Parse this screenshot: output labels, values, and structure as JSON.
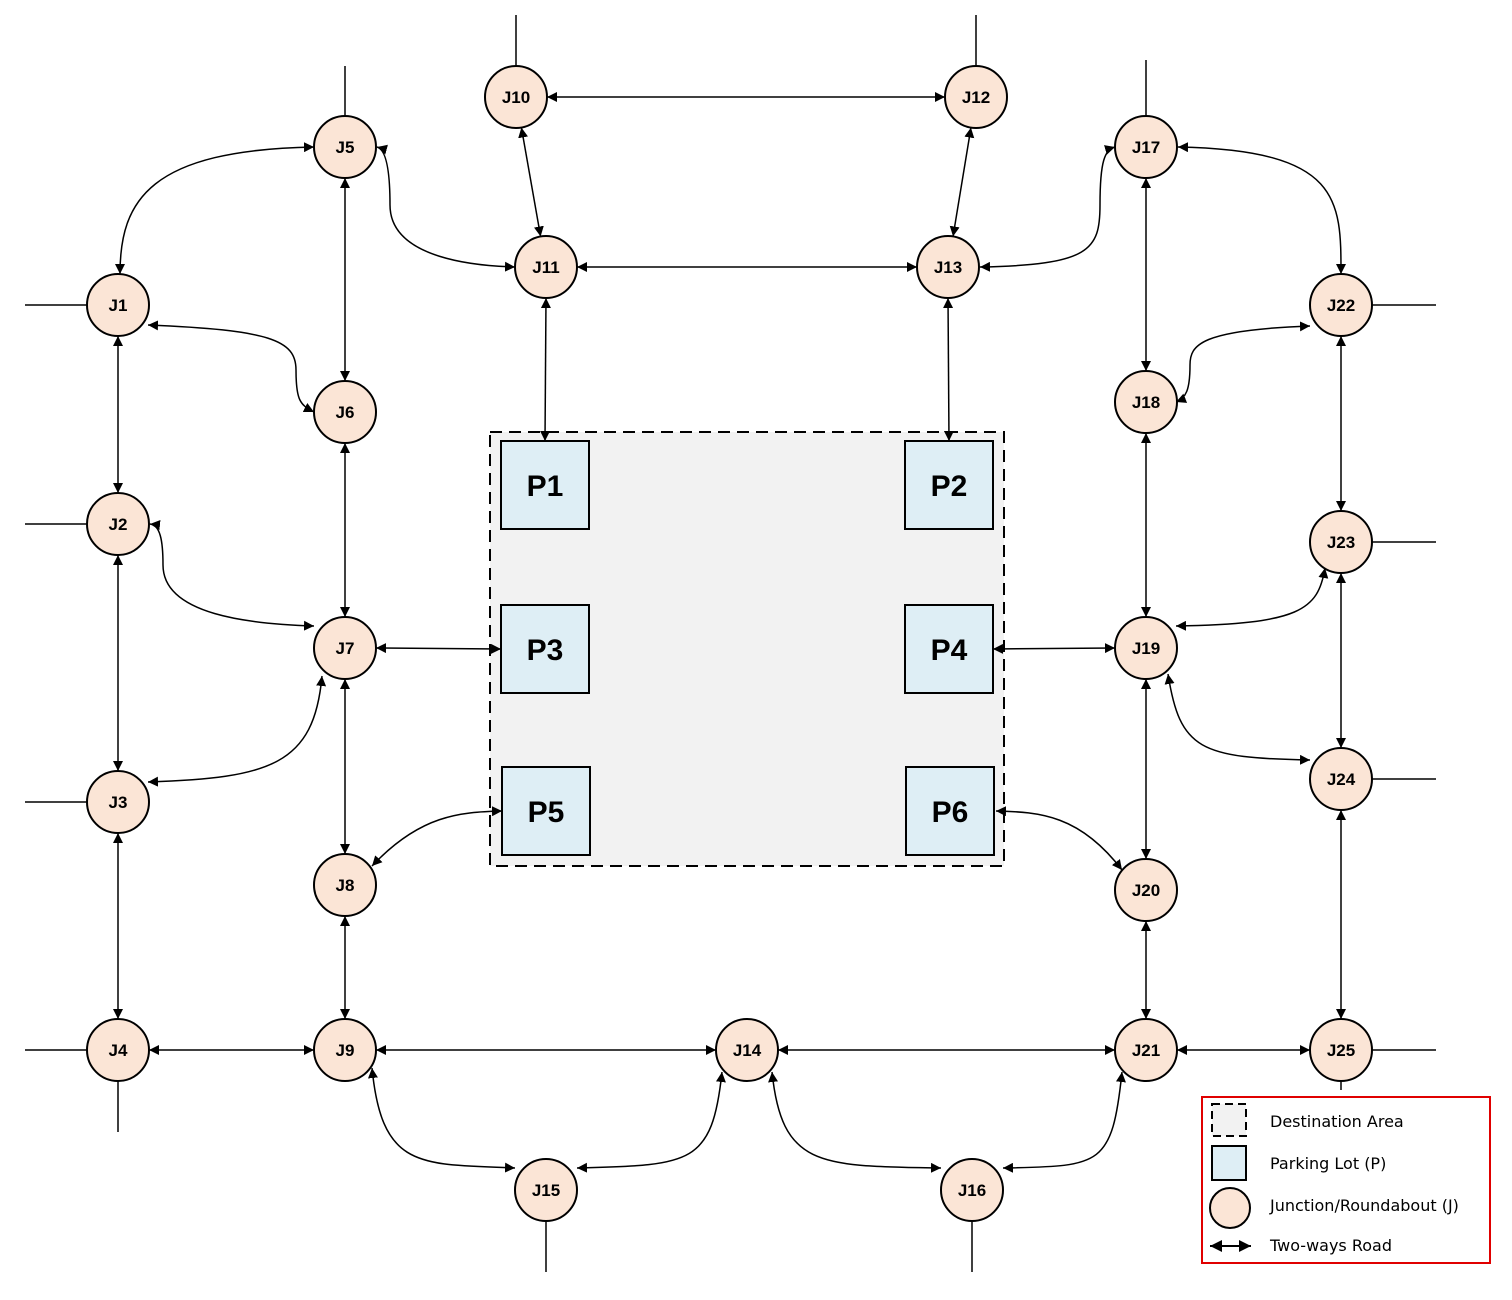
{
  "colors": {
    "junction_fill": "#fbe5d6",
    "parking_fill": "#deeef5",
    "destination_fill": "#f2f2f2",
    "line": "#000000",
    "legend_border": "#e00000"
  },
  "junctions": [
    "J1",
    "J2",
    "J3",
    "J4",
    "J5",
    "J6",
    "J7",
    "J8",
    "J9",
    "J10",
    "J11",
    "J12",
    "J13",
    "J14",
    "J15",
    "J16",
    "J17",
    "J18",
    "J19",
    "J20",
    "J21",
    "J22",
    "J23",
    "J24",
    "J25"
  ],
  "parking_lots": [
    "P1",
    "P2",
    "P3",
    "P4",
    "P5",
    "P6"
  ],
  "legend": {
    "destination": "Destination Area",
    "parking": "Parking Lot (P)",
    "junction": "Junction/Roundabout (J)",
    "road": "Two-ways Road"
  }
}
